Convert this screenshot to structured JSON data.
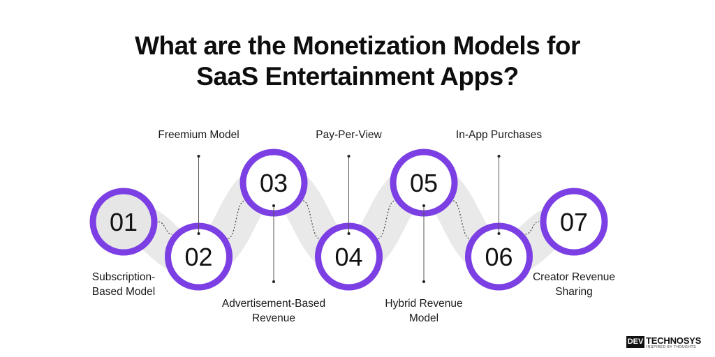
{
  "title": {
    "line1": "What are the Monetization Models for",
    "line2": "SaaS Entertainment Apps?"
  },
  "colors": {
    "accent": "#7b3fe4",
    "circle_fill": "#ffffff",
    "circle_shadow": "#e9e9e9",
    "first_fill": "#e6e6e6",
    "connector": "#333333",
    "text": "#1a1a1a"
  },
  "steps": [
    {
      "number": "01",
      "label_lines": [
        "Subscription-",
        "Based Model"
      ],
      "label_side": "below"
    },
    {
      "number": "02",
      "label_lines": [
        "Freemium Model"
      ],
      "label_side": "above"
    },
    {
      "number": "03",
      "label_lines": [
        "Advertisement-Based",
        "Revenue"
      ],
      "label_side": "below"
    },
    {
      "number": "04",
      "label_lines": [
        "Pay-Per-View"
      ],
      "label_side": "above"
    },
    {
      "number": "05",
      "label_lines": [
        "Hybrid Revenue",
        "Model"
      ],
      "label_side": "below"
    },
    {
      "number": "06",
      "label_lines": [
        "In-App Purchases"
      ],
      "label_side": "above"
    },
    {
      "number": "07",
      "label_lines": [
        "Creator Revenue",
        "Sharing"
      ],
      "label_side": "below"
    }
  ],
  "logo": {
    "mark": "DEV",
    "word": "TECHNOSYS",
    "tagline": "INSPIRED BY THOUGHTS"
  }
}
